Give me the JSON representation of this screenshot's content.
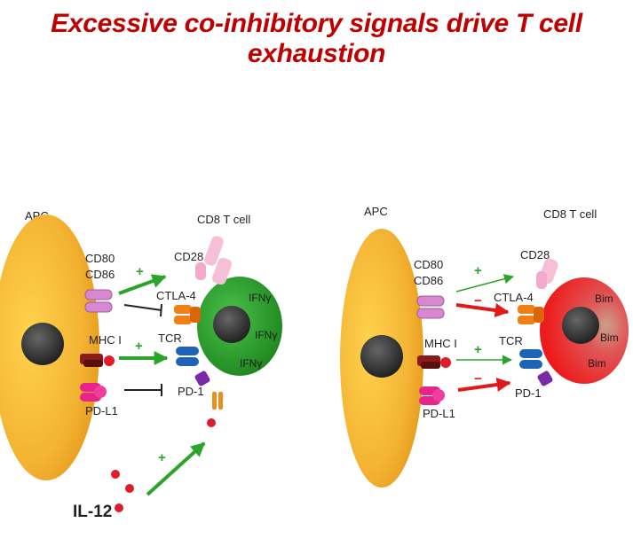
{
  "title": "Excessive co-inhibitory signals drive T cell exhaustion",
  "colors": {
    "title": "#c00000",
    "apc": "#f3b233",
    "nucleus": "#333333",
    "tcell_left": "#2e9b2e",
    "tcell_right": "#e02020",
    "activating_arrow": "#2aa52a",
    "inhibitory_arrow": "#e01a1a",
    "inhibition_line": "#222222"
  },
  "left_panel": {
    "apc_label": "APC",
    "tcell_label": "CD8 T cell",
    "ligand_cd80": "CD80",
    "ligand_cd86": "CD86",
    "ligand_mhc": "MHC I",
    "ligand_pdl1": "PD-L1",
    "receptor_cd28": "CD28",
    "receptor_ctla4": "CTLA-4",
    "receptor_tcr": "TCR",
    "receptor_pd1": "PD-1",
    "cytokine_1": "IFNγ",
    "cytokine_2": "IFNγ",
    "cytokine_3": "IFNγ",
    "sign_cd28": "+",
    "sign_tcr": "+",
    "sign_il12": "+",
    "il12_label": "IL-12"
  },
  "right_panel": {
    "apc_label": "APC",
    "tcell_label": "CD8 T cell",
    "ligand_cd80": "CD80",
    "ligand_cd86": "CD86",
    "ligand_mhc": "MHC I",
    "ligand_pdl1": "PD-L1",
    "receptor_cd28": "CD28",
    "receptor_ctla4": "CTLA-4",
    "receptor_tcr": "TCR",
    "receptor_pd1": "PD-1",
    "bim_1": "Bim",
    "bim_2": "Bim",
    "bim_3": "Bim",
    "sign_cd28": "+",
    "sign_ctla4": "−",
    "sign_tcr": "+",
    "sign_pd1": "−"
  }
}
